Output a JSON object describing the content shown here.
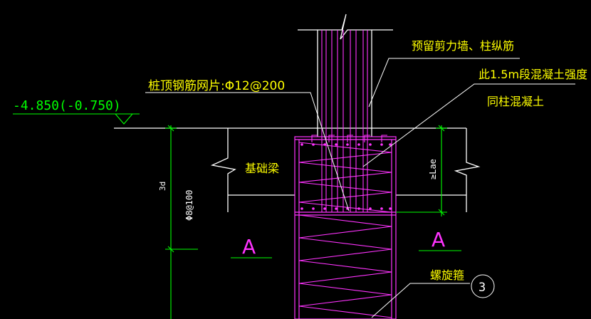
{
  "colors": {
    "background": "#000000",
    "structure": "#ffffff",
    "rebar": "#ff33ff",
    "annotation": "#ffff00",
    "dimension": "#00ff00",
    "section": "#ff33ff",
    "leader": "#ffffff"
  },
  "labels": {
    "elevation": "-4.850(-0.750)",
    "pile_top_mesh": "桩顶钢筋网片:Φ12@200",
    "reserved_bars": "预留剪力墙、柱纵筋",
    "concrete_strength_line1": "此1.5m段混凝土强度",
    "concrete_strength_line2": "同柱混凝土",
    "foundation_beam": "基础梁",
    "spiral_stirrup": "螺旋箍",
    "section_left": "A",
    "section_right": "A",
    "detail_number": "3",
    "dim_3d": "3d",
    "dim_stirrup": "Φ8@100",
    "dim_lae": "≥Lae"
  }
}
